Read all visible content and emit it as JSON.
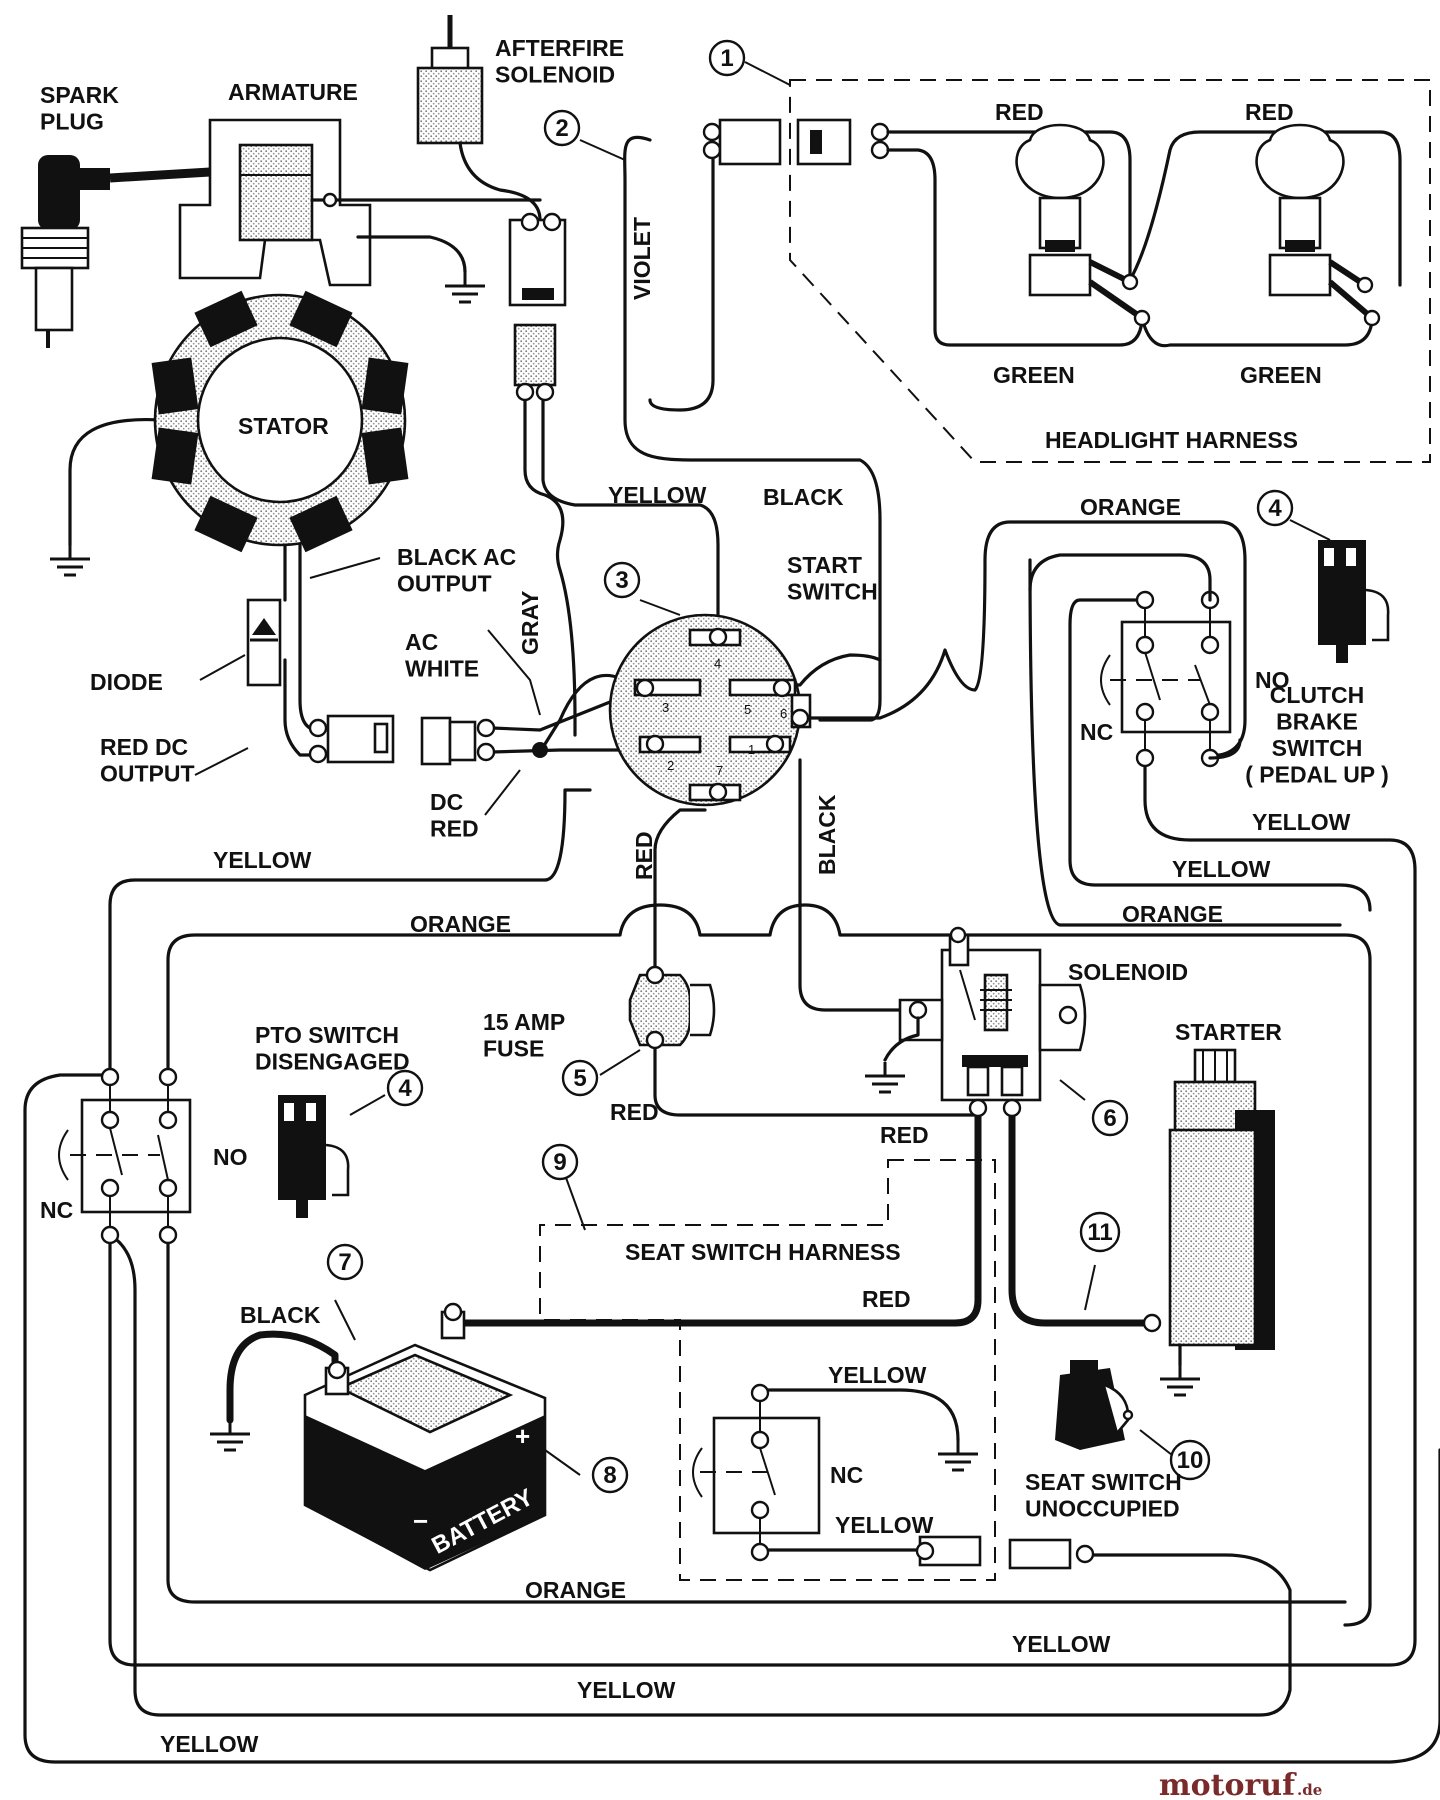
{
  "brand": {
    "name": "motoruf",
    "suffix": ".de"
  },
  "components": {
    "spark_plug": "SPARK\nPLUG",
    "armature": "ARMATURE",
    "afterfire_solenoid": "AFTERFIRE\nSOLENOID",
    "stator": "STATOR",
    "black_ac_output": "BLACK AC\nOUTPUT",
    "diode": "DIODE",
    "red_dc_output": "RED DC\nOUTPUT",
    "ac_white": "AC\nWHITE",
    "dc_red": "DC\nRED",
    "start_switch": "START\nSWITCH",
    "headlight_harness": "HEADLIGHT HARNESS",
    "clutch_brake_switch": "CLUTCH\nBRAKE\nSWITCH\n( PEDAL UP )",
    "fuse": "15 AMP\nFUSE",
    "solenoid": "SOLENOID",
    "starter": "STARTER",
    "pto_switch": "PTO SWITCH\nDISENGAGED",
    "seat_switch_harness": "SEAT SWITCH HARNESS",
    "battery": "BATTERY",
    "seat_switch": "SEAT SWITCH\nUNOCCUPIED"
  },
  "contact_labels": {
    "no": "NO",
    "nc": "NC"
  },
  "wire_colors": {
    "red": "RED",
    "green": "GREEN",
    "violet": "VIOLET",
    "yellow": "YELLOW",
    "black": "BLACK",
    "gray": "GRAY",
    "orange": "ORANGE"
  },
  "callouts": [
    "1",
    "2",
    "3",
    "4",
    "5",
    "6",
    "7",
    "8",
    "9",
    "10",
    "11"
  ],
  "start_switch_pins": [
    "1",
    "2",
    "3",
    "4",
    "5",
    "6",
    "7"
  ],
  "icons": [
    "spark-plug-icon",
    "armature-icon",
    "stator-icon",
    "diode-icon",
    "headlight-bulb-icon",
    "switch-icon",
    "fuse-icon",
    "solenoid-icon",
    "starter-icon",
    "battery-icon",
    "ground-icon"
  ]
}
